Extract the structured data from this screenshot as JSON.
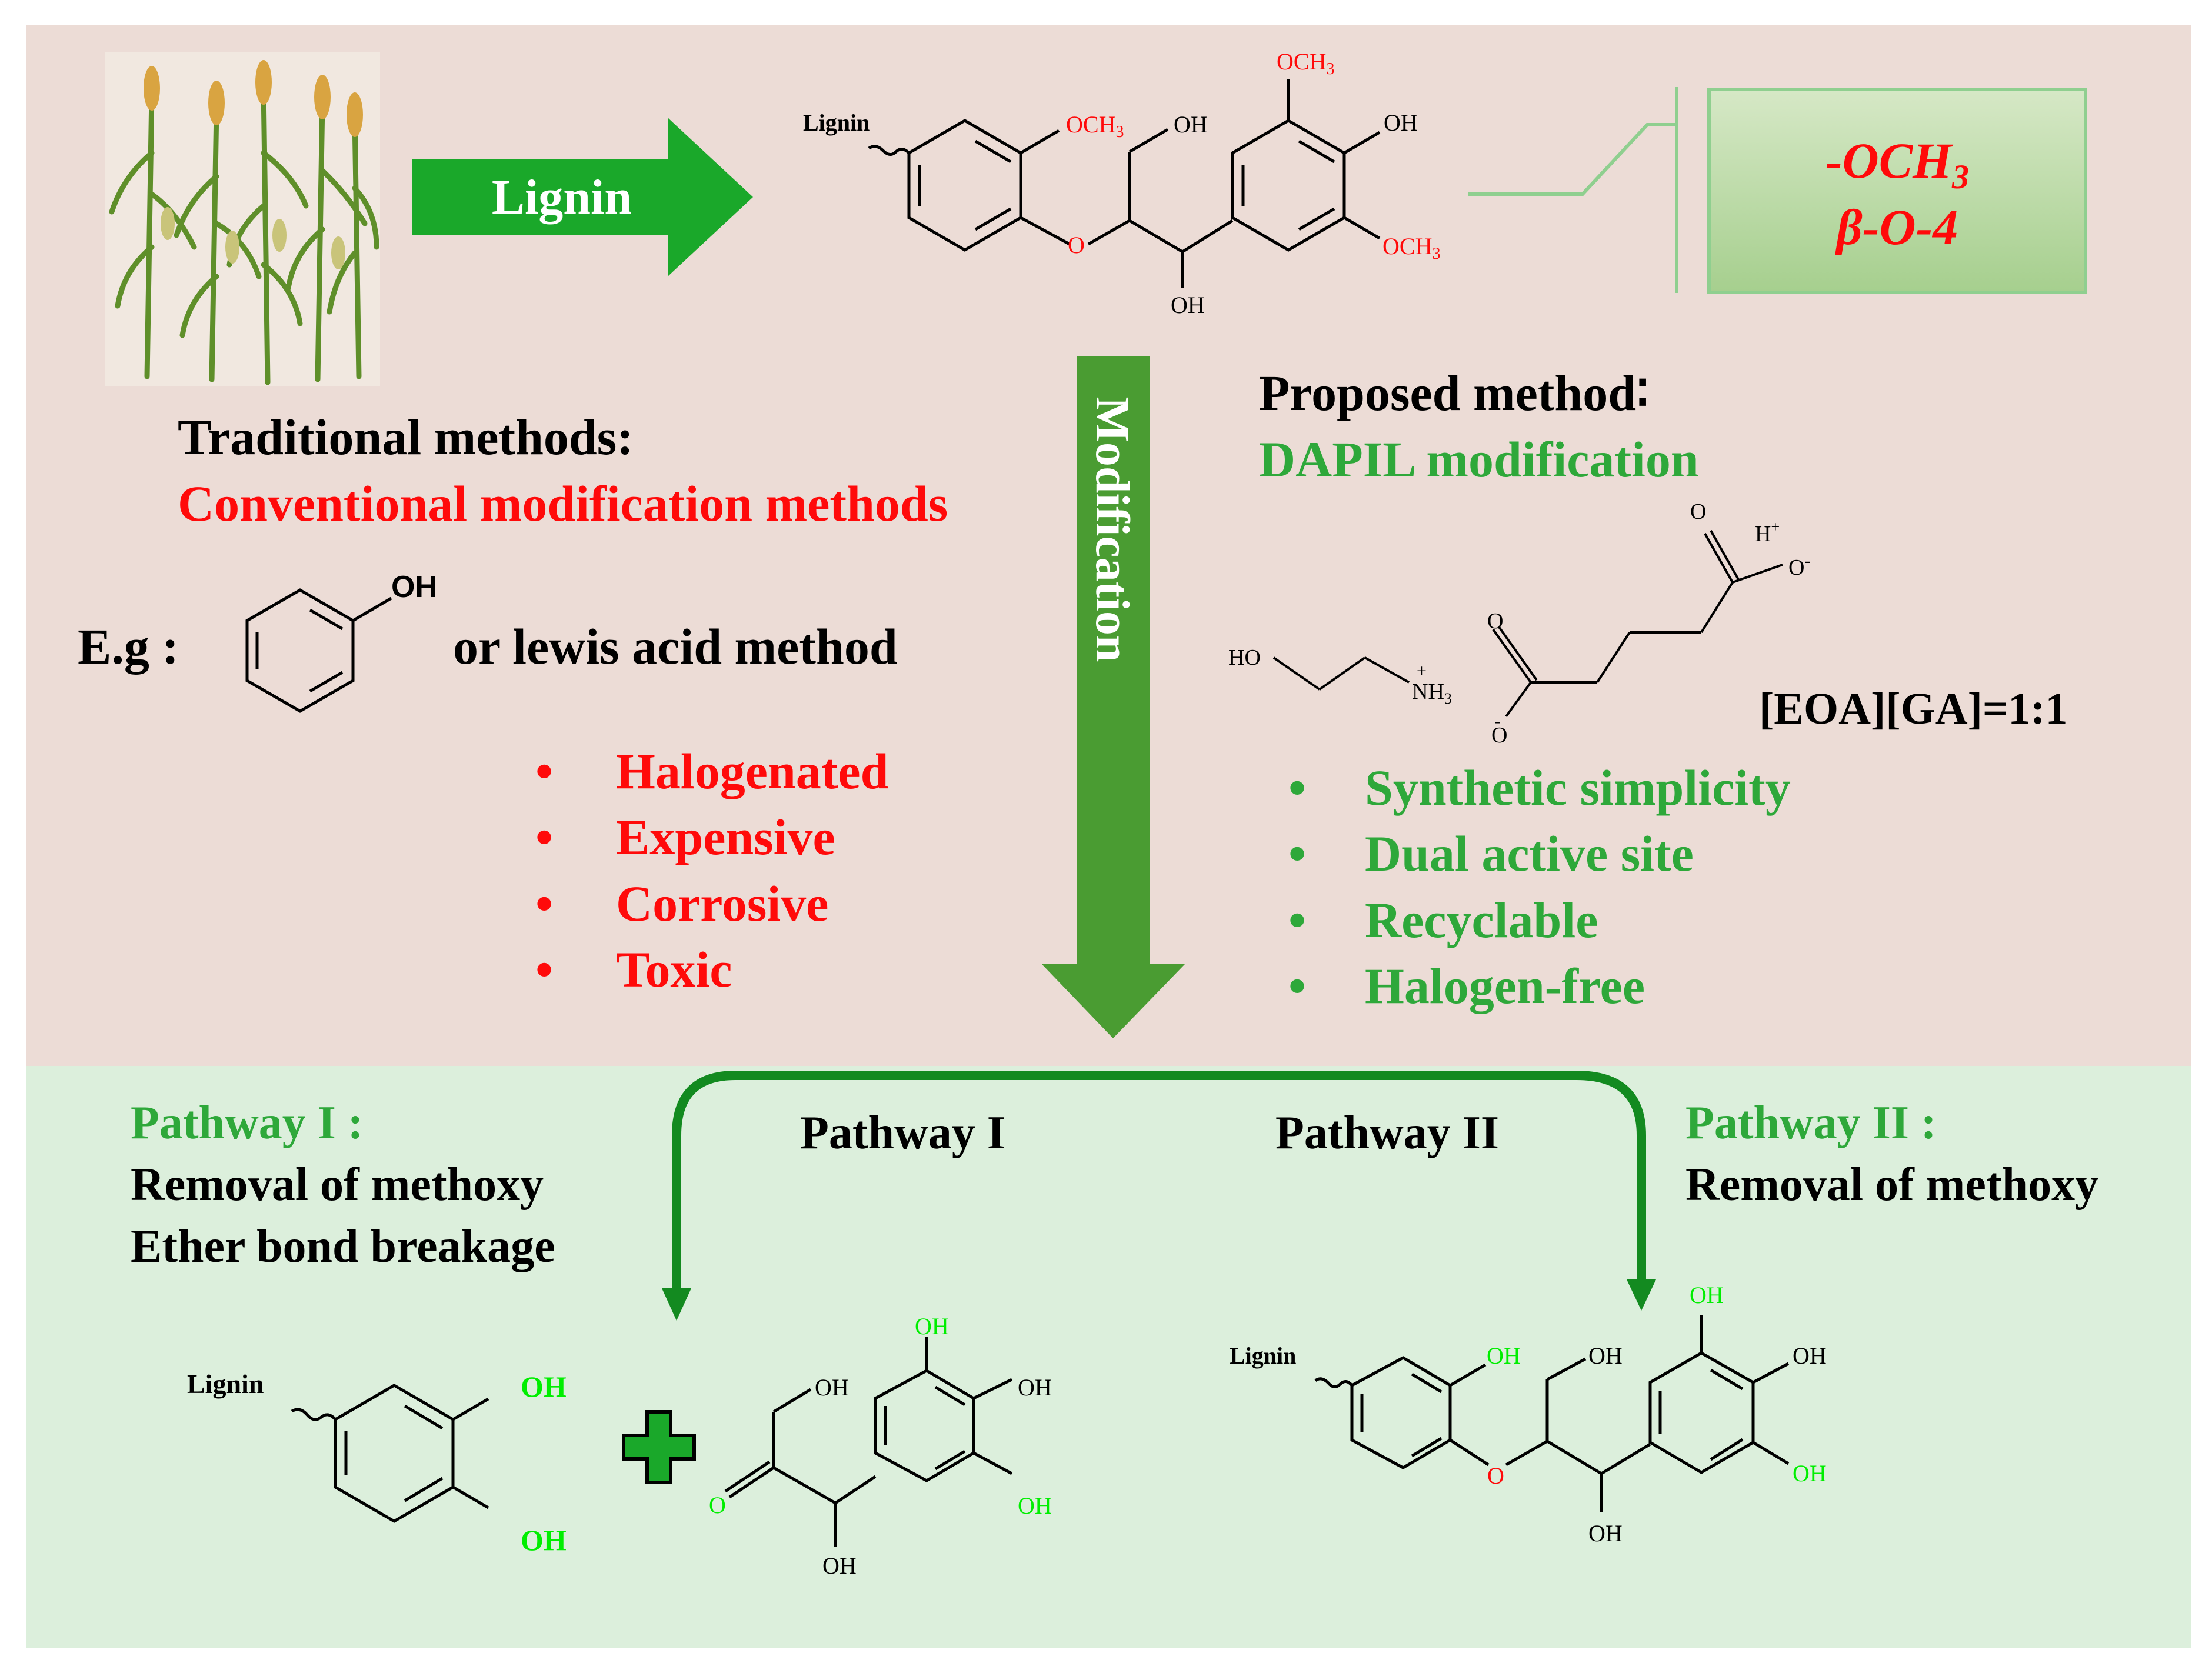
{
  "colors": {
    "top_panel": "#ecdcd6",
    "bottom_panel": "#dcefdc",
    "green": "#2ea83a",
    "arrow_green": "#1aa82a",
    "red": "#ff0a0a",
    "black": "#000000",
    "oh_green": "#00ee00"
  },
  "icons": {
    "plant": "corn-plants-illustration"
  },
  "top": {
    "lignin_arrow_label": "Lignin",
    "structure": {
      "lignin": "Lignin",
      "och3_a": "OCH",
      "och3_a_sub": "3",
      "oh_a": "OH",
      "och3_b": "OCH",
      "och3_b_sub": "3",
      "oh_b": "OH",
      "och3_c": "OCH",
      "och3_c_sub": "3",
      "ether_o": "O",
      "oh_c": "OH"
    },
    "callout_line1": "-OCH",
    "callout_line1_sub": "3",
    "callout_line2": "β-O-4"
  },
  "traditional": {
    "heading": "Traditional methods:",
    "subheading": "Conventional modification methods",
    "eg_label": "E.g :",
    "phenol_oh": "OH",
    "eg_tail": "or lewis acid method",
    "bullet_symbol": "•",
    "bullets": [
      "Halogenated",
      "Expensive",
      "Corrosive",
      "Toxic"
    ]
  },
  "center_arrow_label": "Modification",
  "proposed": {
    "heading": "Proposed method∶",
    "subheading": "DAPIL modification",
    "il": {
      "ho": "HO",
      "plus": "+",
      "nh": "NH",
      "nh_sub": "3",
      "o_top1": "O",
      "o_top2": "O",
      "h_plus": "H",
      "h_sup": "+",
      "o_minus_right": "O",
      "o_minus_bottom": "O",
      "minus": "-"
    },
    "ratio": "[EOA][GA]=1:1",
    "bullet_symbol": "•",
    "bullets": [
      "Synthetic simplicity",
      "Dual active site",
      "Recyclable",
      "Halogen-free"
    ]
  },
  "bottom": {
    "pathway1_title": "Pathway I :",
    "pathway1_lines": [
      "Removal of methoxy",
      "Ether bond breakage"
    ],
    "pathway1_label": "Pathway I",
    "pathway2_label": "Pathway II",
    "pathway2_title": "Pathway II :",
    "pathway2_lines": [
      "Removal of methoxy"
    ],
    "product1": {
      "lignin": "Lignin",
      "oh_top": "OH",
      "oh_bottom": "OH"
    },
    "product2": {
      "oh_top": "OH",
      "oh_ring_top": "OH",
      "oh_ring_right": "OH",
      "oh_ring_bottom": "OH",
      "o_keto": "O",
      "oh_bottom": "OH"
    },
    "product3": {
      "lignin": "Lignin",
      "oh_ring1": "OH",
      "oh_chain": "OH",
      "oh_ring2_top": "OH",
      "oh_ring2_right": "OH",
      "oh_ring2_bottom": "OH",
      "ether_o": "O",
      "oh_bottom": "OH"
    }
  }
}
